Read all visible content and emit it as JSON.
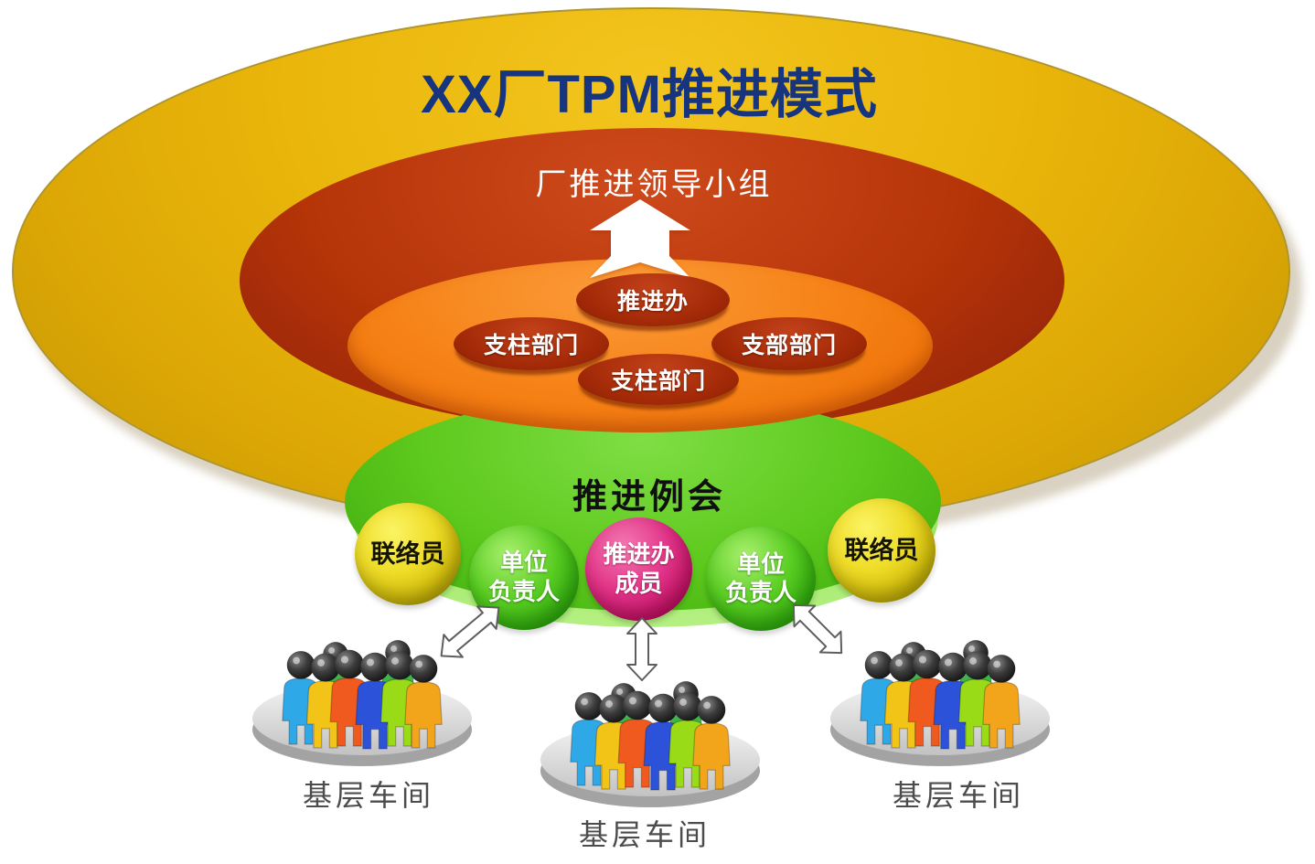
{
  "title": "XX厂TPM推进模式",
  "rings": {
    "leadership": "厂推进领导小组",
    "meeting": "推进例会"
  },
  "office_nodes": [
    {
      "label": "推进办"
    },
    {
      "label": "支柱部门"
    },
    {
      "label": "支部部门"
    },
    {
      "label": "支柱部门"
    }
  ],
  "roles": [
    {
      "label": "联络员"
    },
    {
      "line1": "单位",
      "line2": "负责人"
    },
    {
      "line1": "推进办",
      "line2": "成员"
    },
    {
      "line1": "单位",
      "line2": "负责人"
    },
    {
      "label": "联络员"
    }
  ],
  "workshops": [
    {
      "label": "基层车间"
    },
    {
      "label": "基层车间"
    },
    {
      "label": "基层车间"
    }
  ],
  "icons": {
    "up_arrow": "up-arrow-icon",
    "link_arrow": "double-headed-arrow-icon"
  },
  "colors": {
    "outer_ring": "#EAB60B",
    "leadership_ring": "#B53408",
    "office_ring": "#F58014",
    "meeting_ring": "#5CC81C",
    "department_node": "#A52B08",
    "liaison_circle": "#EFDD2A",
    "unit_leader_circle": "#5ACD22",
    "office_member_circle": "#E23489",
    "title_text": "#17357E"
  },
  "people_colors": [
    "#2FA8E8",
    "#F2C417",
    "#F05A1E",
    "#2B52D8",
    "#9ADB18",
    "#F2A51B",
    "#3DB54A"
  ]
}
